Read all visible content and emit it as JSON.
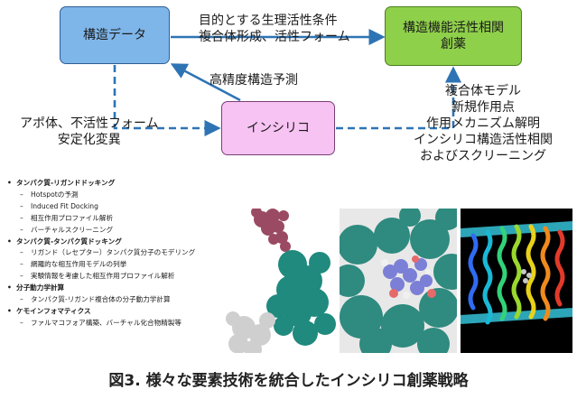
{
  "nodes": {
    "structure_data": "構造データ",
    "sar": {
      "line1": "構造機能活性相関",
      "line2": "創薬"
    },
    "insilico": "インシリコ"
  },
  "labels": {
    "conditions": {
      "line1": "目的とする生理活性条件",
      "line2": "複合体形成、活性フォーム"
    },
    "prediction": "高精度構造予測",
    "apo": {
      "line1": "アポ体、不活性フォーム",
      "line2": "安定化変異"
    },
    "outputs": {
      "line1": "複合体モデル",
      "line2": "新規作用点",
      "line3": "作用メカニズム解明",
      "line4": "インシリコ構造活性相関",
      "line5": "およびスクリーニング"
    }
  },
  "bullets": [
    {
      "title": "タンパク質-リガンドドッキング",
      "items": [
        "Hotspotの予測",
        "Induced Fit Docking",
        "相互作用プロファイル解析",
        "バーチャルスクリーニング"
      ]
    },
    {
      "title": "タンパク質-タンパク質ドッキング",
      "items": [
        "リガンド（レセプター）タンパク質分子のモデリング",
        "網羅的な相互作用モデルの列挙",
        "実験情報を考慮した相互作用プロファイル解析"
      ]
    },
    {
      "title": "分子動力学計算",
      "items": [
        "タンパク質-リガンド複合体の分子動力学計算"
      ]
    },
    {
      "title": "ケモインフォマティクス",
      "items": [
        "ファルマコフォア構築、バーチャル化合物精製等"
      ]
    }
  ],
  "caption": "図3. 様々な要素技術を統合したインシリコ創薬戦略",
  "colors": {
    "structure_fill": "#7fb6ea",
    "sar_fill": "#8fd04a",
    "insilico_fill": "#f7c3f2",
    "arrow": "#2e74b5"
  }
}
